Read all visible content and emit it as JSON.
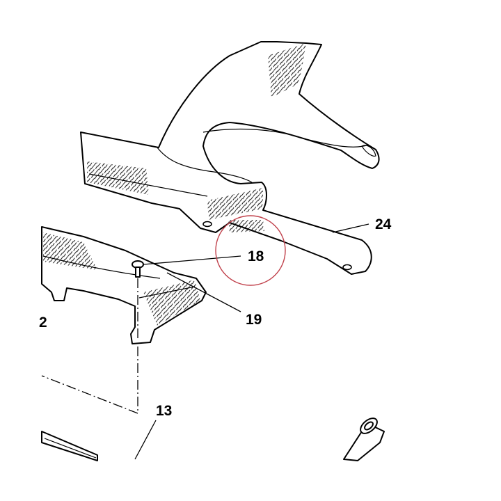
{
  "diagram": {
    "callouts": {
      "part_24": "24",
      "part_18": "18",
      "part_19": "19",
      "part_13": "13",
      "part_2": "2"
    },
    "highlight_color": "#c0404a",
    "line_color": "#000000",
    "background": "#ffffff"
  }
}
